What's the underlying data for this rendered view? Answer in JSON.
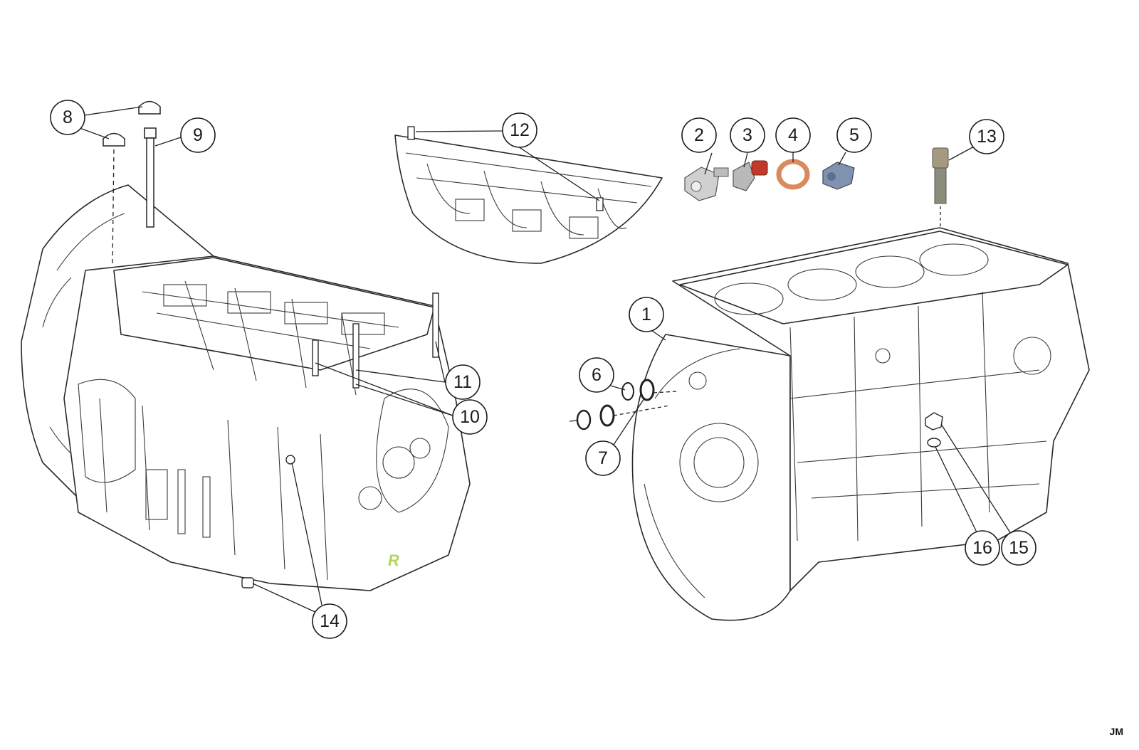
{
  "diagram": {
    "drawing_code": "JM",
    "callouts": [
      "1",
      "2",
      "3",
      "4",
      "5",
      "6",
      "7",
      "8",
      "9",
      "10",
      "11",
      "12",
      "13",
      "14",
      "15",
      "16"
    ],
    "part_colors": {
      "bolt_body": "#b9b9b9",
      "bolt_thread": "#c0392b",
      "copper_washer": "#d98a5f",
      "blue_plug": "#7f93b0",
      "oil_jet": "#8c8c7a",
      "watermark": "#9acd32"
    }
  }
}
